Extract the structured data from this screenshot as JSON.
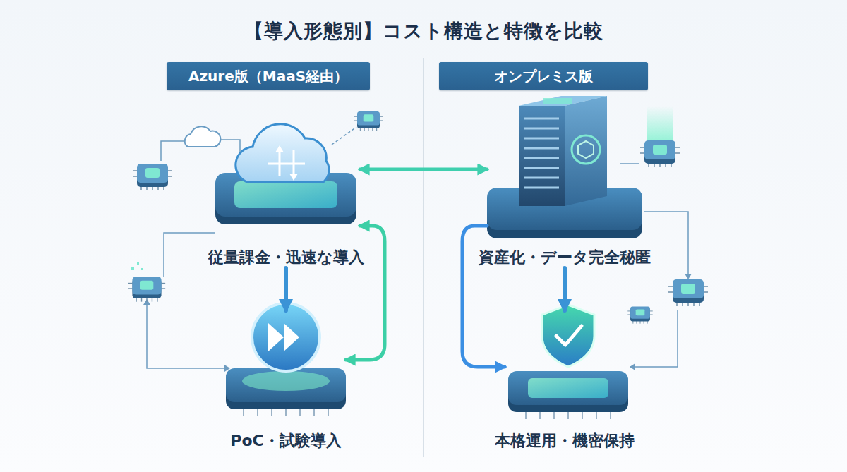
{
  "diagram": {
    "title": "【導入形態別】コスト構造と特徴を比較",
    "nodes": [
      {
        "text": [
          "Azure版（MaaS経由）"
        ]
      },
      {
        "text": [
          "オンプレミス版"
        ]
      },
      {
        "text": [
          "従量課金・迅速な導入"
        ]
      },
      {
        "text": [
          "資産化・データ完全秘匿"
        ]
      },
      {
        "text": [
          "PoC・試験導入"
        ]
      },
      {
        "text": [
          "本格運用・機密保持"
        ]
      }
    ],
    "edges": [
      {
        "from": 2,
        "to": 4,
        "arrow": "to"
      },
      {
        "from": 4,
        "to": 2,
        "arrow": "both"
      },
      {
        "from": 2,
        "to": 3,
        "arrow": "both"
      },
      {
        "from": 3,
        "to": 5,
        "arrow": "to"
      },
      {
        "from": 3,
        "to": 5,
        "arrow": "to"
      }
    ]
  }
}
